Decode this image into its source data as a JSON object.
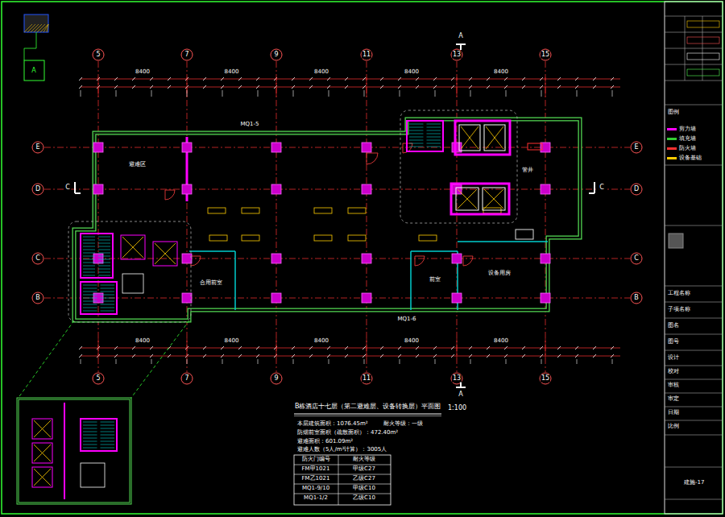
{
  "diagram": {
    "title": "B栋酒店十七层（第二避难层、设备转换层）平面图",
    "nodes": [
      {
        "text": [
          "避难区"
        ]
      },
      {
        "text": [
          "合用前室"
        ]
      },
      {
        "text": [
          "前室"
        ]
      },
      {
        "text": [
          "设备用房"
        ]
      },
      {
        "text": [
          "管井"
        ]
      }
    ],
    "labels": [
      "1:100",
      "5",
      "7",
      "9",
      "11",
      "13",
      "15",
      "5",
      "7",
      "9",
      "11",
      "13",
      "15",
      "E",
      "D",
      "C",
      "B",
      "E",
      "D",
      "C",
      "B",
      "A",
      "A",
      "C",
      "C",
      "8400",
      "8400",
      "8400",
      "8400",
      "8400",
      "8400",
      "8400",
      "8400",
      "8400",
      "8400",
      "本层建筑面积：1076.45m²",
      "耐火等级：一级",
      "防烟前室面积（疏散面积）：472.40m²",
      "避难面积：601.09m²",
      "避难人数（5人/m²计算）：3005人",
      "防火门编号",
      "耐火等级",
      "FM甲1021",
      "甲级C27",
      "FM乙1021",
      "乙级C27",
      "MQ1-9/10",
      "甲级C10",
      "MQ1-1/2",
      "乙级C10",
      "图例",
      "工程名称",
      "子项名称",
      "图名",
      "图号",
      "设计",
      "校对",
      "审核",
      "审定",
      "日期",
      "比例",
      "建施-17",
      "MQ1-5",
      "MQ1-6",
      "A"
    ],
    "legend": [
      {
        "text": "剪力墙",
        "color": "#ff00ff"
      },
      {
        "text": "填充墙",
        "color": "#33cc33"
      },
      {
        "text": "防火墙",
        "color": "#ff3030"
      },
      {
        "text": "设备基础",
        "color": "#ffcc00"
      }
    ]
  }
}
